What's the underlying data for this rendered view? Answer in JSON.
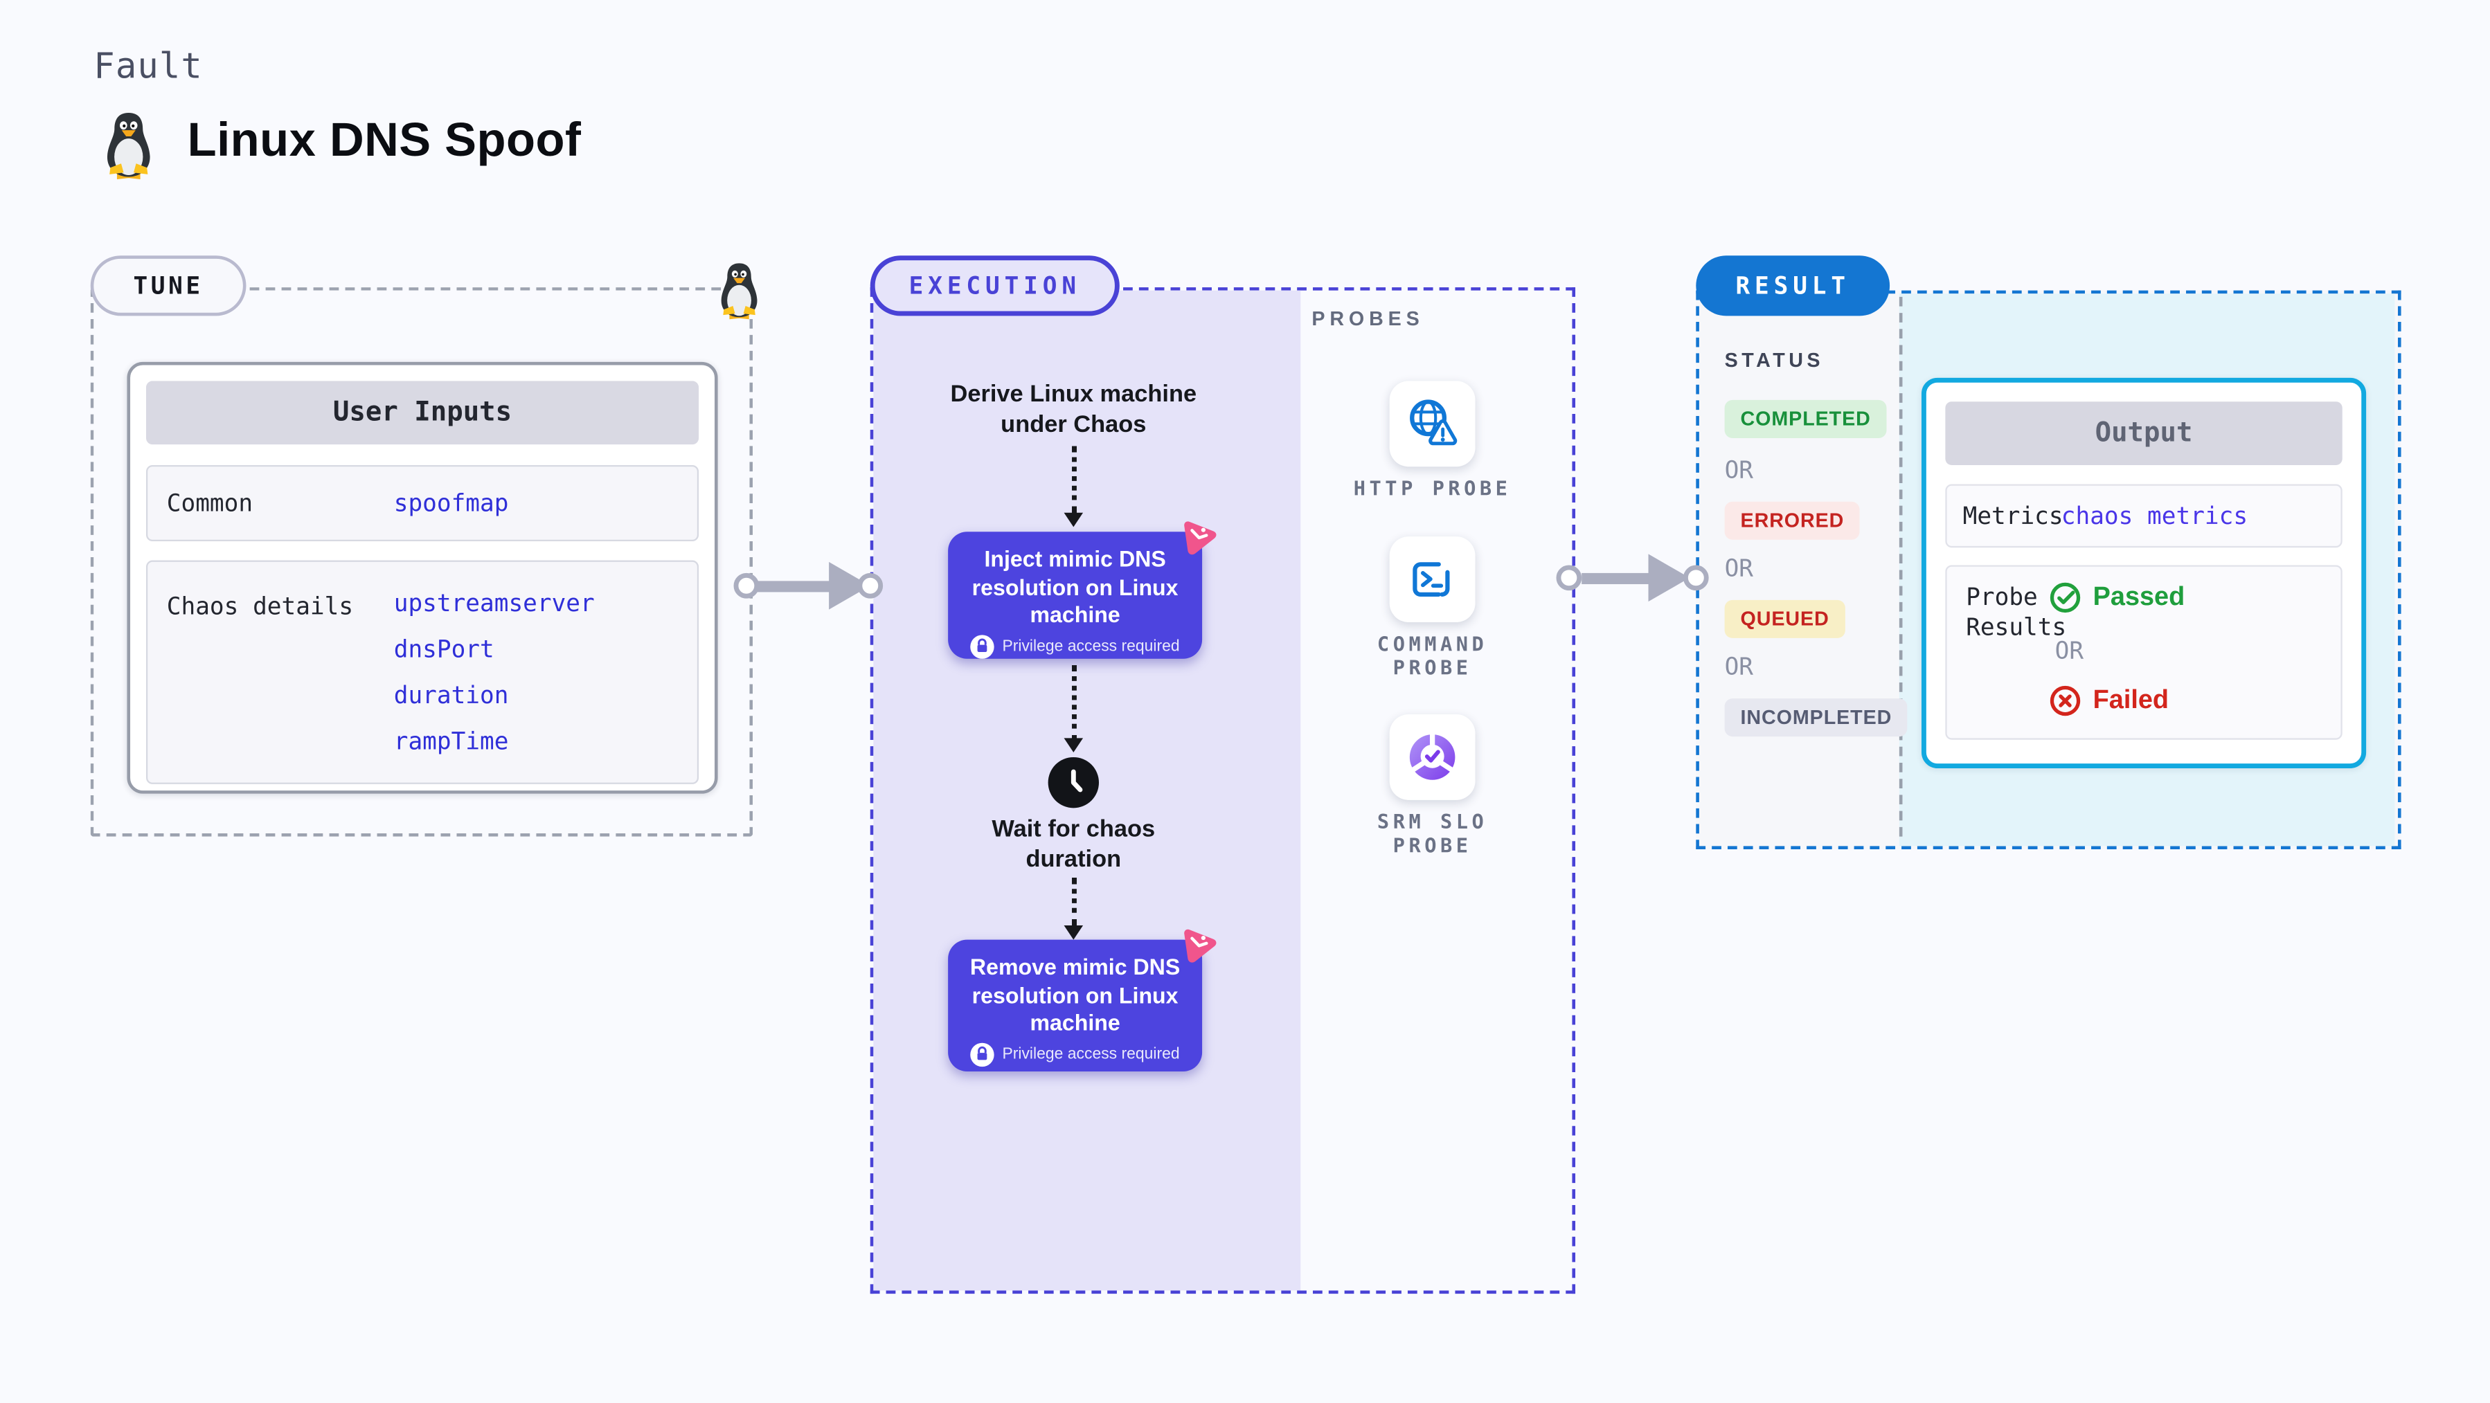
{
  "header": {
    "kicker": "Fault",
    "title": "Linux DNS Spoof"
  },
  "tune": {
    "label": "TUNE",
    "user_inputs": {
      "title": "User Inputs",
      "rows": [
        {
          "label": "Common",
          "values": [
            "spoofmap"
          ]
        },
        {
          "label": "Chaos details",
          "values": [
            "upstreamserver",
            "dnsPort",
            "duration",
            "rampTime"
          ]
        }
      ]
    }
  },
  "execution": {
    "label": "EXECUTION",
    "derive_step": "Derive Linux machine\nunder Chaos",
    "inject_step": "Inject mimic DNS resolution on Linux machine",
    "privilege_note": "Privilege access required",
    "wait_step": "Wait for chaos\nduration",
    "remove_step": "Remove mimic DNS resolution on Linux machine",
    "probes": {
      "label": "PROBES",
      "items": [
        {
          "name": "HTTP PROBE",
          "icon": "globe-alert-icon"
        },
        {
          "name": "COMMAND PROBE",
          "icon": "terminal-icon"
        },
        {
          "name": "SRM SLO PROBE",
          "icon": "slo-pie-check-icon"
        }
      ]
    }
  },
  "result": {
    "label": "RESULT",
    "status": {
      "label": "STATUS",
      "or_label": "OR",
      "items": [
        {
          "label": "COMPLETED",
          "type": "success"
        },
        {
          "label": "ERRORED",
          "type": "error"
        },
        {
          "label": "QUEUED",
          "type": "warning"
        },
        {
          "label": "INCOMPLETED",
          "type": "neutral"
        }
      ]
    },
    "output": {
      "title": "Output",
      "metrics": {
        "label": "Metrics",
        "value": "chaos metrics"
      },
      "probe_results": {
        "label": "Probe\nResults",
        "passed": "Passed",
        "or": "OR",
        "failed": "Failed"
      }
    }
  },
  "icons": {
    "tux-icon": "linux penguin",
    "chaos-badge-icon": "pink chaos triangle",
    "lock-icon": "padlock",
    "clock-icon": "clock",
    "globe-alert-icon": "globe with warning triangle",
    "terminal-icon": "command terminal",
    "slo-pie-check-icon": "pie chart with check",
    "check-circle-icon": "check in circle",
    "x-circle-icon": "x in circle",
    "arrow-icon": "thick gray arrow"
  },
  "colors": {
    "background": "#F9FAFE",
    "indigo": "#4942D6",
    "indigo_box": "#4D44DF",
    "lavender": "#E5E3F9",
    "result_blue": "#1476D2",
    "cyan_border": "#12A9E0",
    "cyan_bg": "#E3F4FA",
    "link_blue": "#2F2FD8",
    "green": "#1F9E3D",
    "red": "#D3251C",
    "pink": "#F0558C",
    "arrow_gray": "#ABAEC0"
  }
}
